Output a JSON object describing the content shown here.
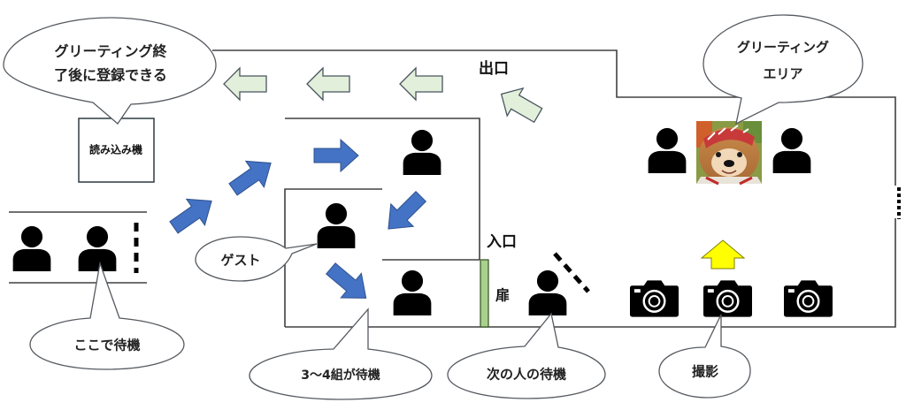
{
  "diagram": {
    "title": "Greeting facility flow",
    "bubbles": {
      "register": {
        "line1": "グリーティング終",
        "line2": "了後に登録できる"
      },
      "greeting_area": {
        "line1": "グリーティング",
        "line2": "エリア"
      },
      "guest": "ゲスト",
      "wait_here": "ここで待機",
      "groups_wait": "3〜4組が待機",
      "next_person": "次の人の待機",
      "photo": "撮影"
    },
    "labels": {
      "reader": "読み込み機",
      "exit": "出口",
      "entrance": "入口",
      "door": "扉"
    },
    "icons": {
      "person": "person-icon",
      "camera": "camera-icon",
      "character": "character-photo"
    },
    "colors": {
      "exit_arrow": "#e2efda",
      "flow_arrow": "#4472c4",
      "up_arrow": "#ffff00",
      "door": "#a9d18e"
    }
  }
}
